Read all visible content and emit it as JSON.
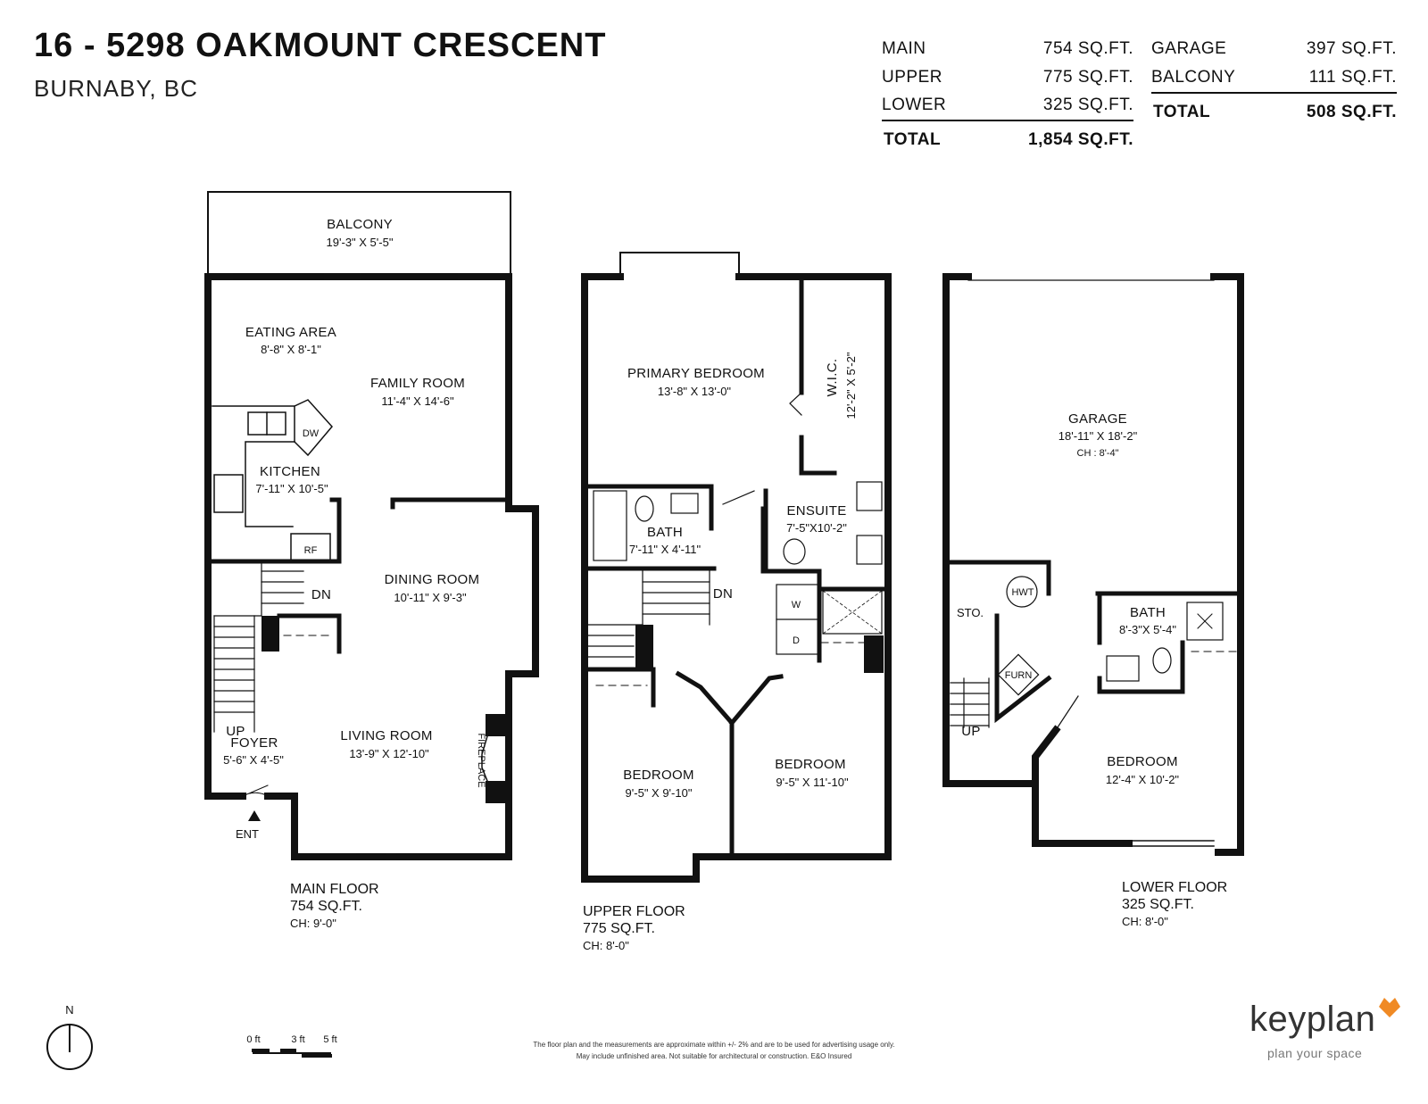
{
  "header": {
    "title": "16 - 5298 OAKMOUNT CRESCENT",
    "subtitle": "BURNABY, BC"
  },
  "areas": {
    "living": [
      {
        "label": "MAIN",
        "value": "754 SQ.FT."
      },
      {
        "label": "UPPER",
        "value": "775 SQ.FT."
      },
      {
        "label": "LOWER",
        "value": "325 SQ.FT."
      }
    ],
    "living_total": {
      "label": "TOTAL",
      "value": "1,854 SQ.FT."
    },
    "other": [
      {
        "label": "GARAGE",
        "value": "397 SQ.FT."
      },
      {
        "label": "BALCONY",
        "value": "111 SQ.FT."
      }
    ],
    "other_total": {
      "label": "TOTAL",
      "value": "508 SQ.FT."
    }
  },
  "main_floor": {
    "name": "MAIN FLOOR",
    "area": "754 SQ.FT.",
    "ch": "CH: 9'-0\"",
    "rooms": {
      "balcony": {
        "name": "BALCONY",
        "dim": "19'-3\"  X   5'-5\""
      },
      "eating": {
        "name": "EATING AREA",
        "dim": "8'-8\"   X   8'-1\""
      },
      "family": {
        "name": "FAMILY ROOM",
        "dim": "11'-4\"  X  14'-6\""
      },
      "kitchen": {
        "name": "KITCHEN",
        "dim": "7'-11\"  X  10'-5\""
      },
      "dining": {
        "name": "DINING ROOM",
        "dim": "10'-11\"  X   9'-3\""
      },
      "living": {
        "name": "LIVING ROOM",
        "dim": "13'-9\"  X  12'-10\""
      },
      "foyer": {
        "name": "FOYER",
        "dim": "5'-6\"  X  4'-5\""
      }
    },
    "labels": {
      "dw": "DW",
      "rf": "RF",
      "dn": "DN",
      "up": "UP",
      "fireplace": "FIREPLACE",
      "ent": "ENT"
    }
  },
  "upper_floor": {
    "name": "UPPER FLOOR",
    "area": "775 SQ.FT.",
    "ch": "CH: 8'-0\"",
    "rooms": {
      "primary": {
        "name": "PRIMARY BEDROOM",
        "dim": "13'-8\"  X  13'-0\""
      },
      "wic": {
        "name": "W.I.C.",
        "dim": "12'-2\"  X  5'-2\""
      },
      "bath": {
        "name": "BATH",
        "dim": "7'-11\"  X  4'-11\""
      },
      "ensuite": {
        "name": "ENSUITE",
        "dim": "7'-5\"X10'-2\""
      },
      "bedroom_left": {
        "name": "BEDROOM",
        "dim": "9'-5\"   X   9'-10\""
      },
      "bedroom_right": {
        "name": "BEDROOM",
        "dim": "9'-5\"   X  11'-10\""
      }
    },
    "labels": {
      "dn": "DN",
      "w": "W",
      "d": "D"
    }
  },
  "lower_floor": {
    "name": "LOWER FLOOR",
    "area": "325 SQ.FT.",
    "ch": "CH: 8'-0\"",
    "rooms": {
      "garage": {
        "name": "GARAGE",
        "dim": "18'-11\"  X  18'-2\"",
        "ch": "CH : 8'-4\""
      },
      "bath": {
        "name": "BATH",
        "dim": "8'-3\"X 5'-4\""
      },
      "bedroom": {
        "name": "BEDROOM",
        "dim": "12'-4\"  X  10'-2\""
      },
      "storage": {
        "name": "STO."
      }
    },
    "labels": {
      "hwt": "HWT",
      "furn": "FURN",
      "up": "UP"
    }
  },
  "compass": {
    "label": "N"
  },
  "scale": {
    "labels": [
      "0 ft",
      "3 ft",
      "5 ft"
    ]
  },
  "disclaimer": {
    "line1": "The floor plan and the measurements are approximate within +/- 2% and are to be used for advertising usage only.",
    "line2": "May include unfinished area. Not suitable for architectural or construction. E&O Insured"
  },
  "brand": {
    "name": "keyplan",
    "tagline": "plan your space",
    "accent": "#f08a24"
  }
}
